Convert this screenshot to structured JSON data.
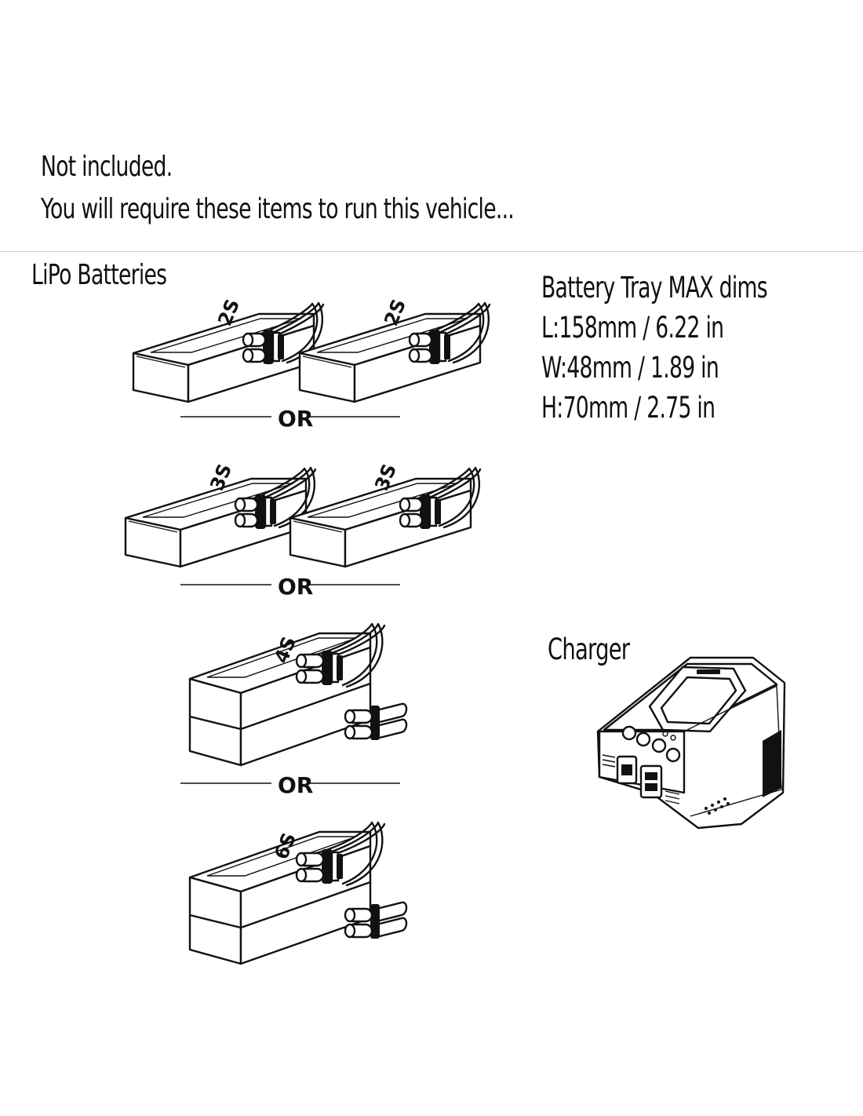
{
  "intro": {
    "line1": "Not included.",
    "line2": "You will require these items to run this vehicle..."
  },
  "batteries": {
    "title": "LiPo Batteries",
    "separator_label": "OR",
    "options": [
      {
        "label": "2S",
        "count": 2
      },
      {
        "label": "3S",
        "count": 2
      },
      {
        "label": "4S",
        "count": 1
      },
      {
        "label": "6S",
        "count": 1
      }
    ]
  },
  "tray": {
    "title": "Battery Tray MAX dims",
    "length": "L:158mm / 6.22 in",
    "width": "W:48mm / 1.89 in",
    "height": "H:70mm / 2.75 in"
  },
  "charger": {
    "title": "Charger"
  },
  "colors": {
    "ink": "#111111",
    "background": "#ffffff",
    "divider": "#cfcfcf"
  }
}
